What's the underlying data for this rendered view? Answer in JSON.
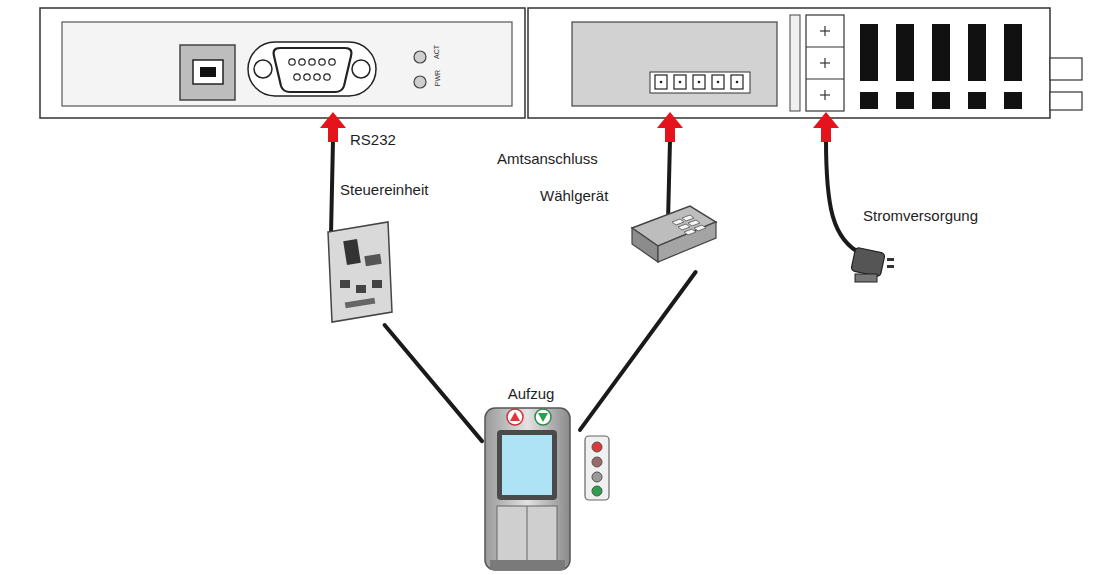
{
  "diagram": {
    "nodes": [
      {
        "text": [
          "Steuereinheit"
        ]
      },
      {
        "text": [
          "Wählgerät"
        ]
      },
      {
        "text": [
          "Aufzug"
        ]
      },
      {
        "text": [
          "Stromversorgung"
        ]
      }
    ],
    "edges": [
      {
        "from": 0,
        "to": 2,
        "arrow": "none"
      },
      {
        "from": 1,
        "to": 2,
        "arrow": "none"
      }
    ],
    "labels": [
      "ACT",
      "PWR",
      "RS232",
      "Amtsanschluss"
    ]
  }
}
